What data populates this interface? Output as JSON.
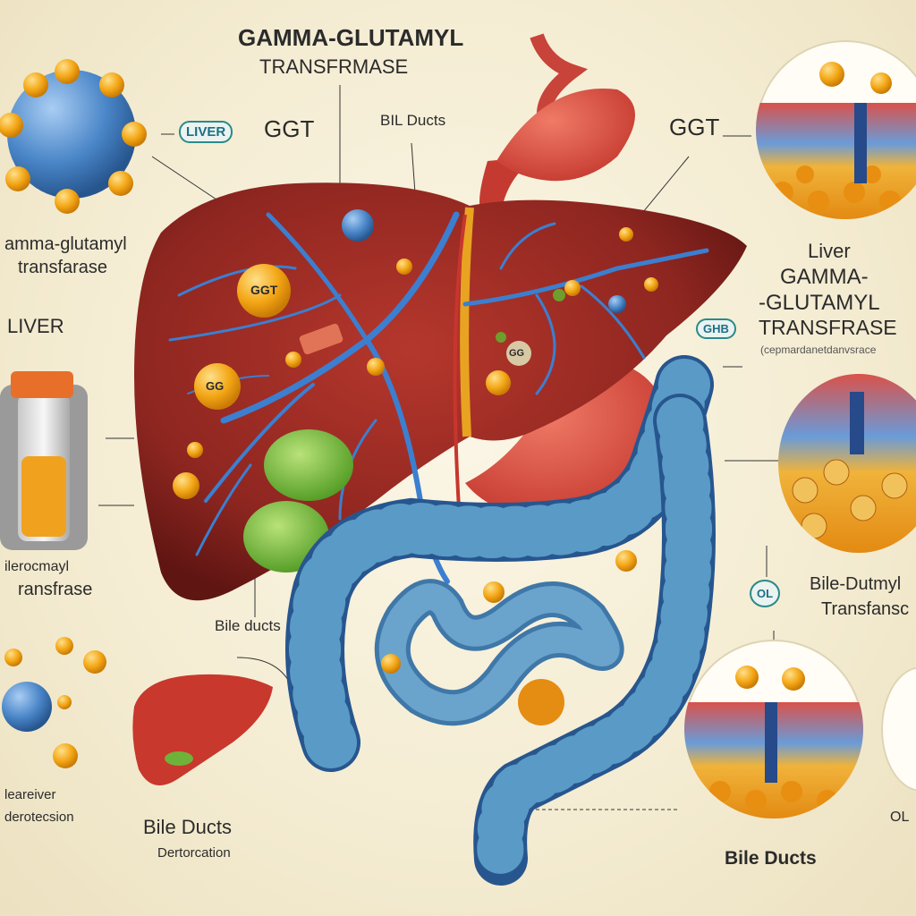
{
  "labels": {
    "title_line1": "GAMMA-GLUTAMYL",
    "title_line2": "TRANSFRMASE",
    "ggt_left": "GGT",
    "bile_ducts_top": "BIL Ducts",
    "ggt_right": "GGT",
    "liver_badge": "LIVER",
    "left_gamma_1": "amma-glutamyl",
    "left_gamma_2": "transfarase",
    "liver_left": "LIVER",
    "left_tube_1": "ilerocmayl",
    "left_tube_2": "ransfrase",
    "liver_right": "Liver",
    "right_gamma_1": "GAMMA-",
    "right_gamma_2": "-GLUTAMYL",
    "right_gamma_3": "TRANSFRASE",
    "right_small": "(cepmardanetdanvsrace",
    "ghb_badge": "GHB",
    "ggt_on_liver_1": "GGT",
    "ggt_on_liver_2": "GG",
    "ggt_on_liver_3": "GG",
    "bile_ducts_mid": "Bile ducts",
    "right_bile_1": "Bile-Dutmyl",
    "right_bile_2": "Transfansc",
    "ol_badge": "OL",
    "left_bottom_1": "leareiver",
    "left_bottom_2": "derotecsion",
    "bile_ducts_bottom": "Bile Ducts",
    "bottom_small": "Dertorcation",
    "bile_ducts_right_bottom": "Bile Ducts",
    "far_right_bottom": "OL"
  },
  "colors": {
    "liver": "#9b2d25",
    "liver_dark": "#6e1a16",
    "vessel": "#3c7fd0",
    "intestine": "#4f8fb8",
    "stomach": "#d8473d",
    "gallbladder": "#6fb23a",
    "enzyme": "#f2a51c",
    "accent": "#2a8a8a"
  }
}
